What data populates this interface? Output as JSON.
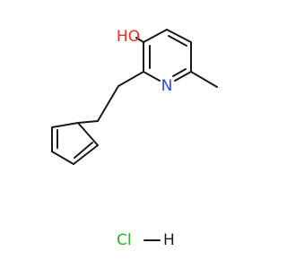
{
  "molecule": {
    "atoms": {
      "hydroxyl": {
        "label": "HO",
        "color": "#e8321e"
      },
      "ring_nitrogen": {
        "label": "N",
        "color": "#2f45e0"
      }
    },
    "salt": {
      "chlorine": {
        "label": "Cl",
        "color": "#2bb52b"
      },
      "hydrogen": {
        "label": "H",
        "color": "#1a1a1a"
      }
    },
    "bond_color": "#1a1a1a"
  }
}
